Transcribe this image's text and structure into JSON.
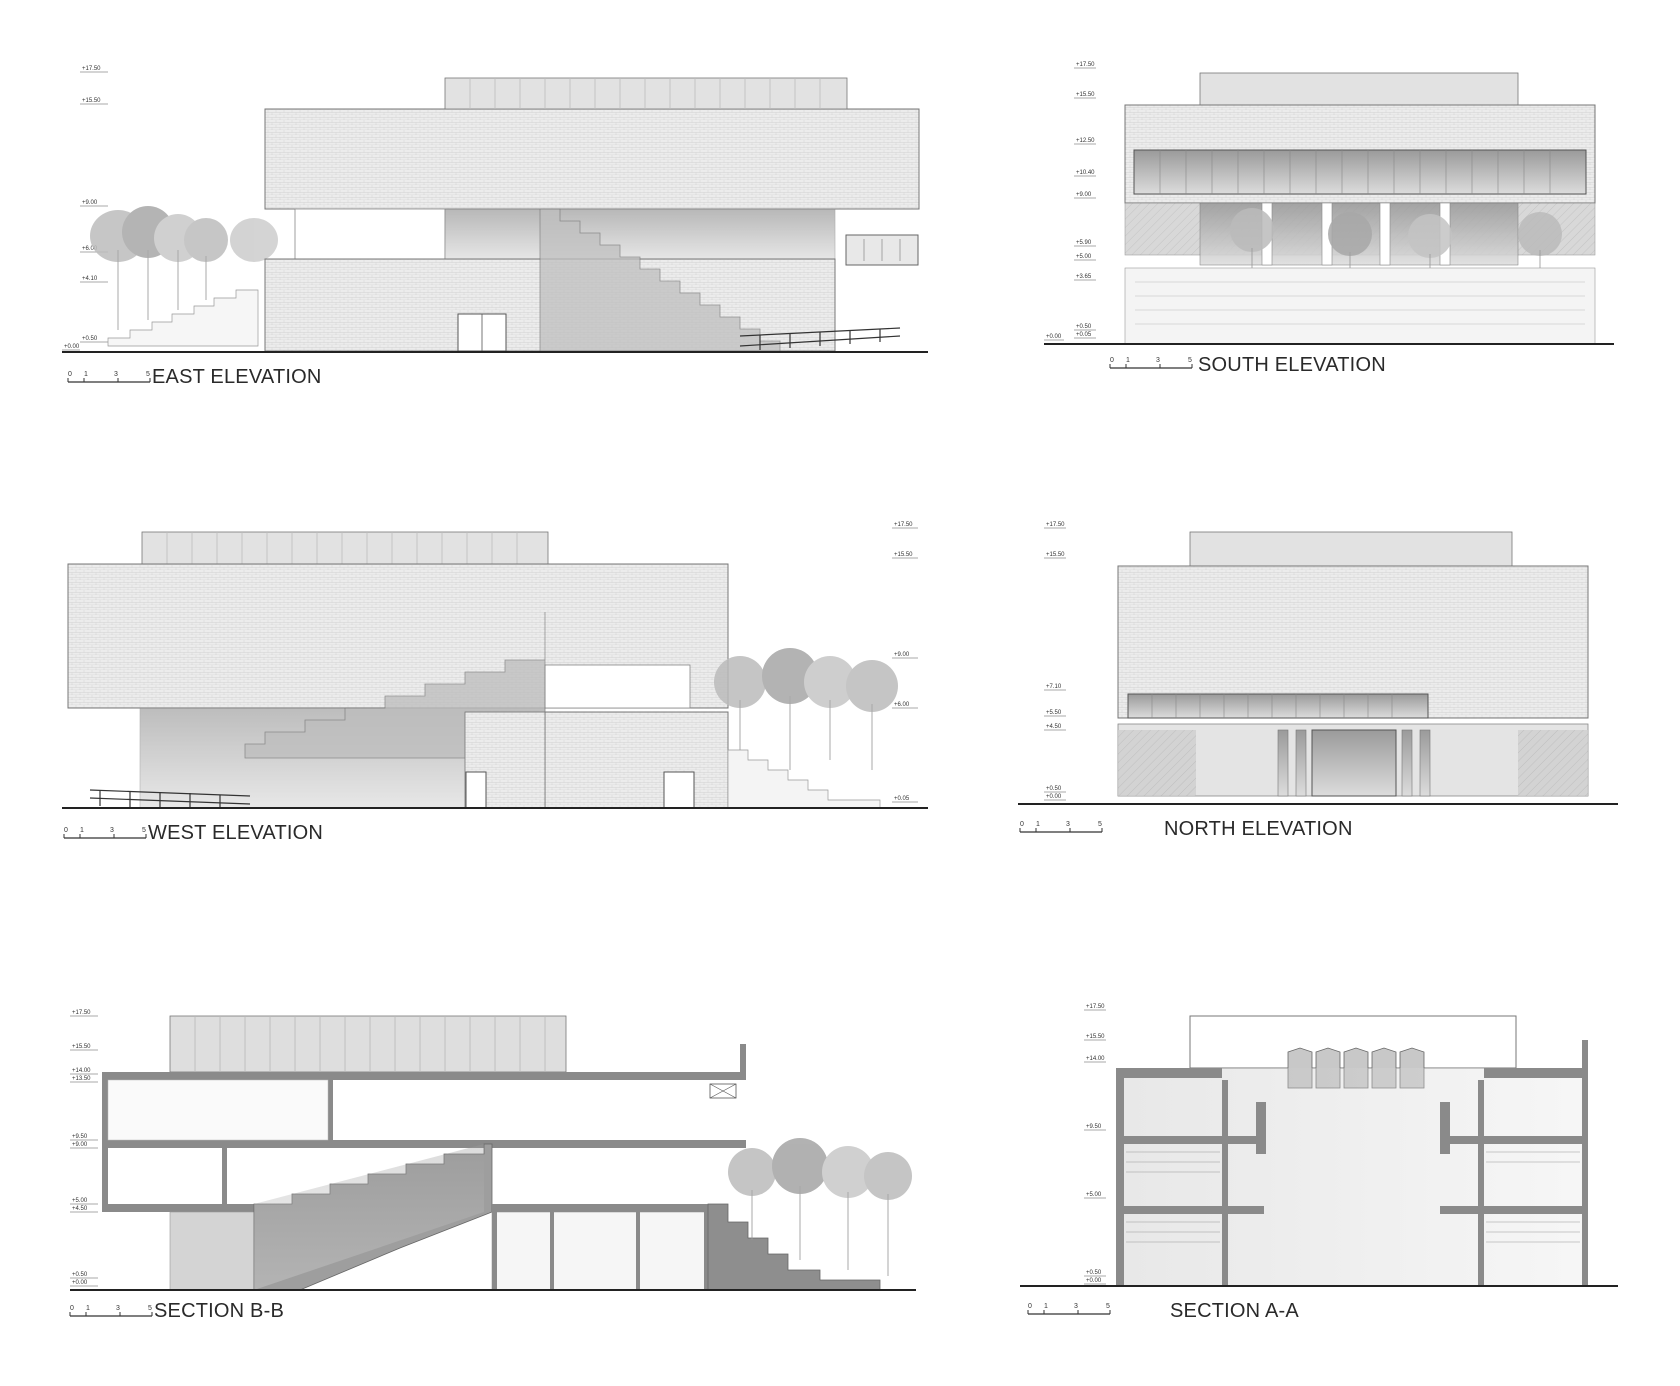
{
  "scale_bar": {
    "ticks": [
      "0",
      "1",
      "3",
      "5"
    ]
  },
  "drawings": [
    {
      "id": "east",
      "title": "EAST ELEVATION",
      "levels": [
        "+17.50",
        "+15.50",
        "+9.00",
        "+6.00",
        "+4.10",
        "+0.50",
        "+0.00"
      ]
    },
    {
      "id": "south",
      "title": "SOUTH ELEVATION",
      "levels": [
        "+17.50",
        "+15.50",
        "+12.50",
        "+10.40",
        "+9.00",
        "+5.90",
        "+5.00",
        "+3.65",
        "+0.50",
        "+0.05",
        "+0.00"
      ]
    },
    {
      "id": "west",
      "title": "WEST ELEVATION",
      "levels": [
        "+17.50",
        "+15.50",
        "+9.00",
        "+6.00",
        "+0.05"
      ]
    },
    {
      "id": "north",
      "title": "NORTH ELEVATION",
      "levels": [
        "+17.50",
        "+15.50",
        "+7.10",
        "+5.50",
        "+4.50",
        "+0.50",
        "+0.00"
      ]
    },
    {
      "id": "section-bb",
      "title": "SECTION B-B",
      "levels": [
        "+17.50",
        "+15.50",
        "+14.00",
        "+13.50",
        "+9.50",
        "+9.00",
        "+5.00",
        "+4.50",
        "+0.50",
        "+0.00"
      ]
    },
    {
      "id": "section-aa",
      "title": "SECTION A-A",
      "levels": [
        "+17.50",
        "+15.50",
        "+14.00",
        "+9.50",
        "+5.00",
        "+0.50",
        "+0.00"
      ]
    }
  ]
}
